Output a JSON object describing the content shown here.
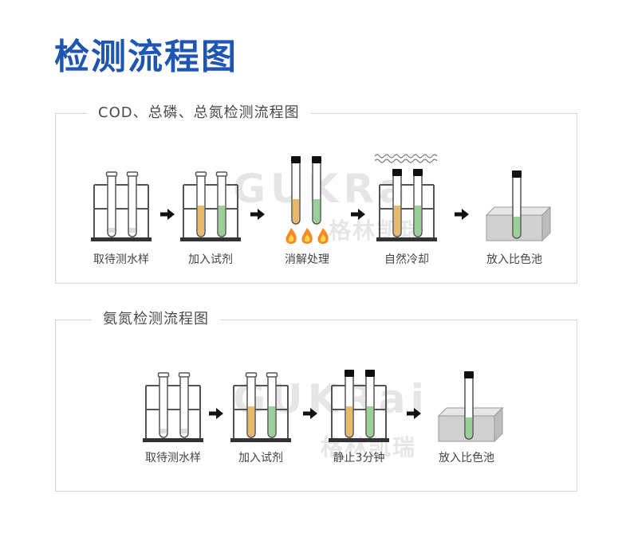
{
  "page_title": "检测流程图",
  "watermark": {
    "latin": "GUKRai",
    "chinese": "格林凯瑞"
  },
  "colors": {
    "title": "#1f56b4",
    "sample_orange": "#e7b96b",
    "sample_green": "#9bcf98",
    "rack": "#444444",
    "flame": "#f28c28"
  },
  "sections": [
    {
      "caption": "COD、总磷、总氮检测流程图",
      "steps": [
        {
          "label": "取待测水样",
          "icon": "rack-empty-tubes-icon"
        },
        {
          "label": "加入试剂",
          "icon": "rack-reagent-tubes-icon"
        },
        {
          "label": "消解处理",
          "icon": "heating-tubes-icon"
        },
        {
          "label": "自然冷却",
          "icon": "cooling-rack-icon"
        },
        {
          "label": "放入比色池",
          "icon": "colorimeter-cell-icon"
        }
      ]
    },
    {
      "caption": "氨氮检测流程图",
      "steps": [
        {
          "label": "取待测水样",
          "icon": "rack-empty-tubes-icon"
        },
        {
          "label": "加入试剂",
          "icon": "rack-reagent-tubes-icon"
        },
        {
          "label": "静止3分钟",
          "icon": "capped-rack-icon"
        },
        {
          "label": "放入比色池",
          "icon": "colorimeter-cell-icon"
        }
      ]
    }
  ]
}
